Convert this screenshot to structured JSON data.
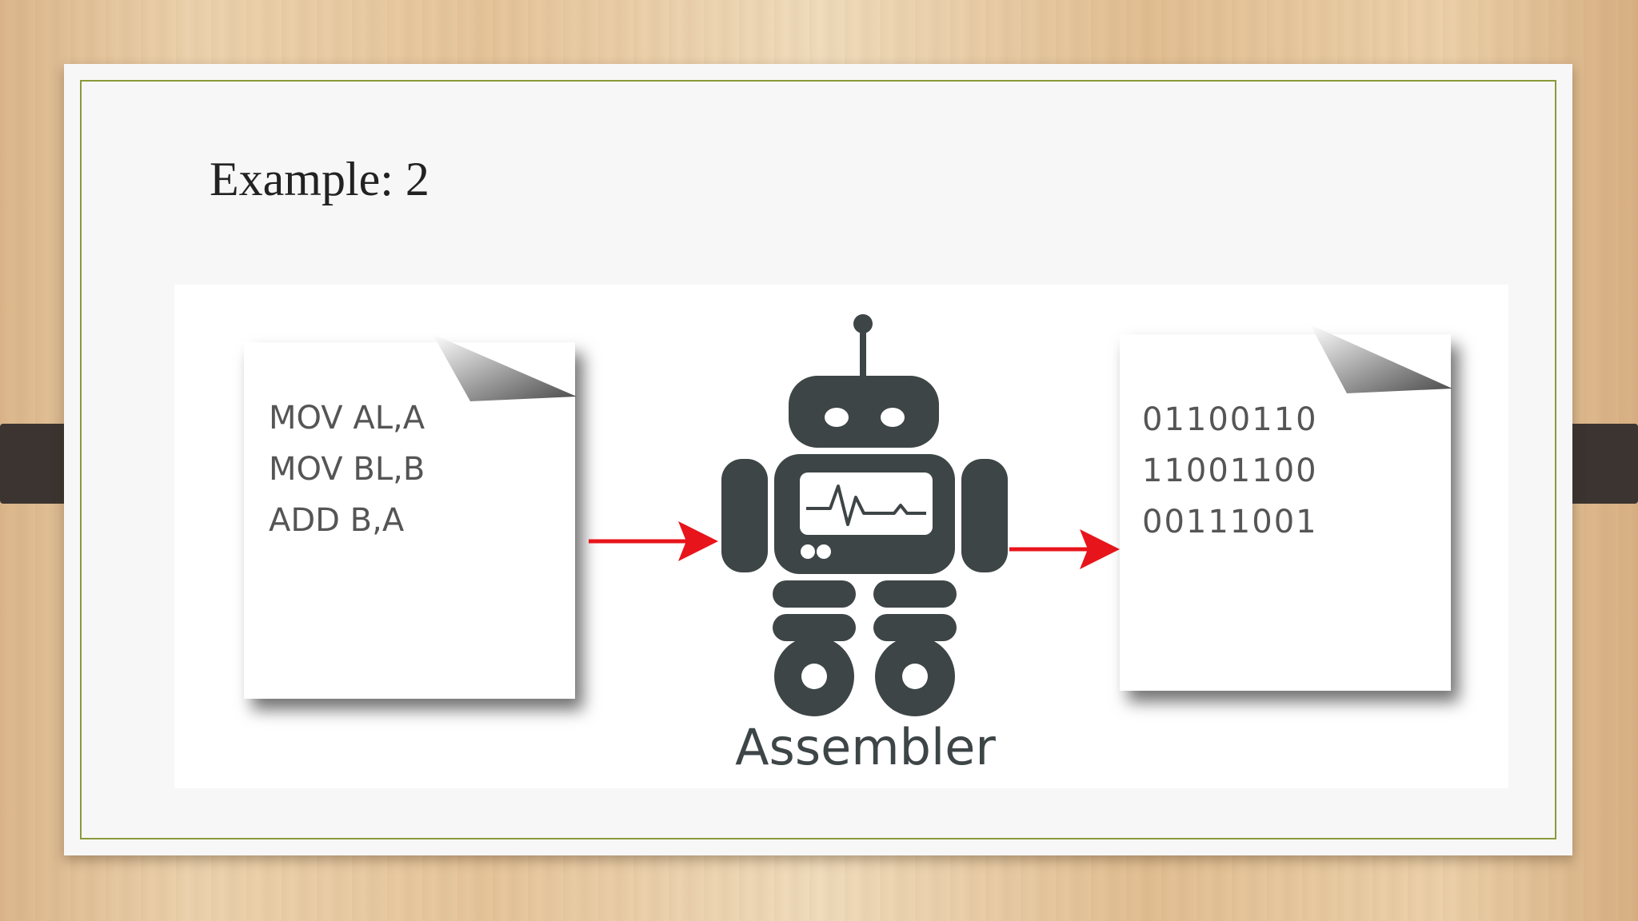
{
  "slide": {
    "title": "Example: 2"
  },
  "diagram": {
    "source_document": {
      "lines": [
        "MOV AL,A",
        "MOV BL,B",
        "ADD B,A"
      ]
    },
    "processor": {
      "label": "Assembler",
      "icon": "robot-icon"
    },
    "output_document": {
      "lines": [
        "01100110",
        "11001100",
        "00111001"
      ]
    },
    "colors": {
      "arrow": "#e8141b",
      "robot": "#3e4547",
      "border": "#8a9a3a"
    }
  }
}
